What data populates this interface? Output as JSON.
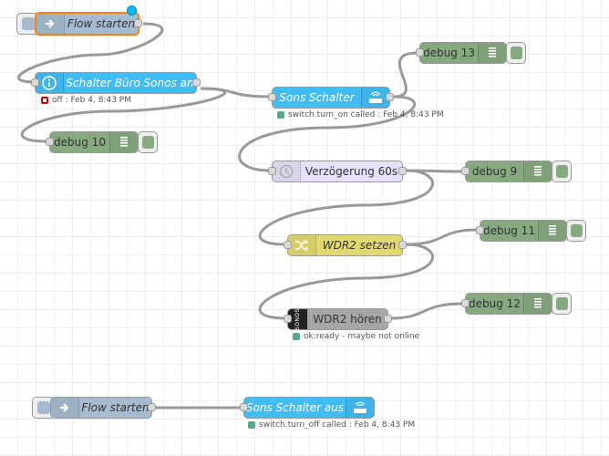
{
  "colors": {
    "inject": "#a6bbcf",
    "homeassistant": "#41bdf5",
    "debug": "#87a980",
    "delay": "#e6e0f8",
    "change": "#e2d96e",
    "sonos": "#a6a6a6",
    "wire": "#999999",
    "selected": "#ff7f0e"
  },
  "flow": {
    "inject_top": {
      "label": "Flow starten",
      "icon": "arrow-right-icon"
    },
    "schalter": {
      "label": "Schalter Büro Sonos an",
      "icon": "info-icon",
      "status": "off : Feb 4, 8:43 PM"
    },
    "sons_schalter": {
      "label": "Sons Schalter",
      "icon": "router-icon",
      "status": "switch.turn_on called : Feb 4, 8:43 PM"
    },
    "delay": {
      "label": "Verzögerung 60s",
      "icon": "timer-icon"
    },
    "change": {
      "label": "WDR2 setzen",
      "icon": "shuffle-icon"
    },
    "sonos": {
      "label": "WDR2 hören",
      "icon_text": "SONOS",
      "status": "ok:ready - maybe not online"
    },
    "inject_bottom": {
      "label": "Flow starten",
      "icon": "arrow-right-icon"
    },
    "sons_schalter_aus": {
      "label": "Sons Schalter aus",
      "icon": "router-icon",
      "status": "switch.turn_off called : Feb 4, 8:43 PM"
    },
    "debug_nodes": {
      "debug13": "debug 13",
      "debug10": "debug 10",
      "debug9": "debug 9",
      "debug11": "debug 11",
      "debug12": "debug 12"
    }
  }
}
